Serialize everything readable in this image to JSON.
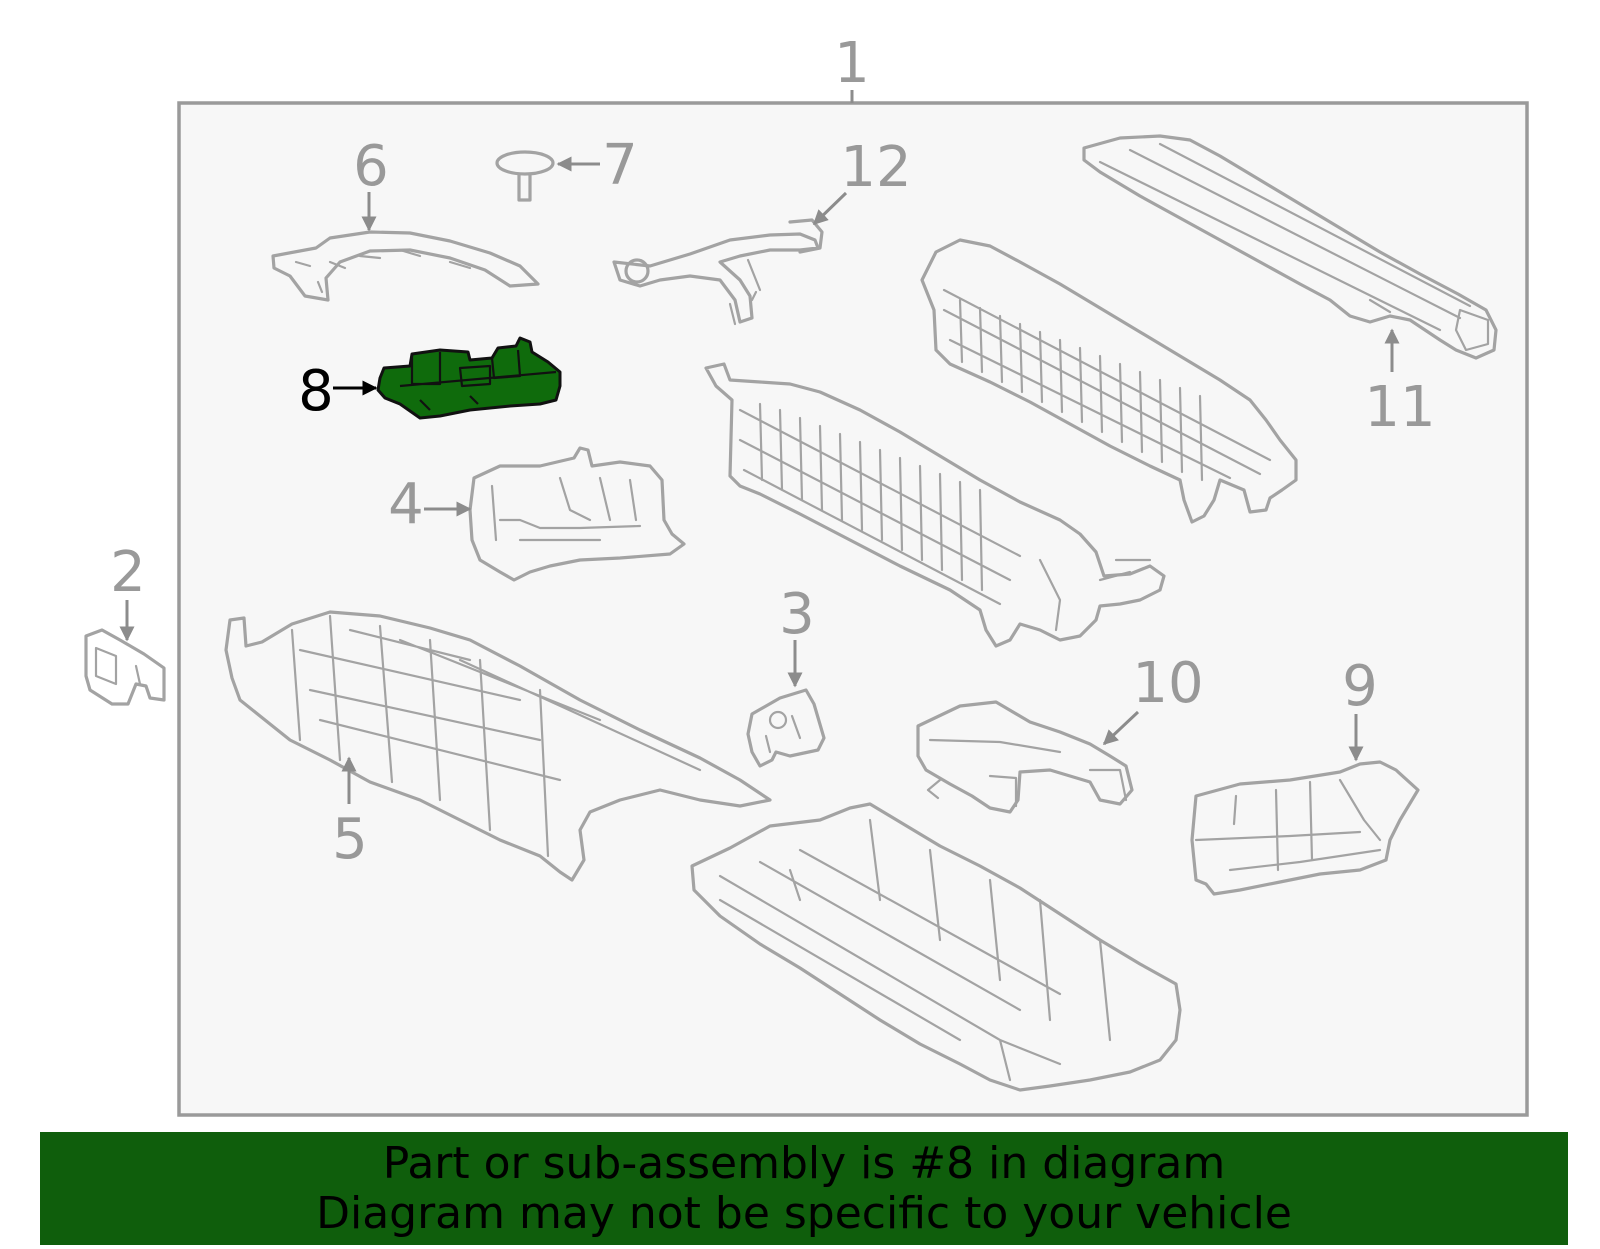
{
  "diagram": {
    "colors": {
      "line": "#a3a3a3",
      "label": "#999999",
      "highlight_fill": "#0f6b0c",
      "highlight_stroke": "#111111",
      "panel": "#f7f7f7",
      "banner": "#0f5e0c"
    },
    "selected_part": "8",
    "callouts": {
      "c1": "1",
      "c2": "2",
      "c3": "3",
      "c4": "4",
      "c5": "5",
      "c6": "6",
      "c7": "7",
      "c8": "8",
      "c9": "9",
      "c10": "10",
      "c11": "11",
      "c12": "12"
    }
  },
  "banner": {
    "line1": "Part or sub-assembly is #8 in diagram",
    "line2": "Diagram may not be specific to your vehicle"
  }
}
